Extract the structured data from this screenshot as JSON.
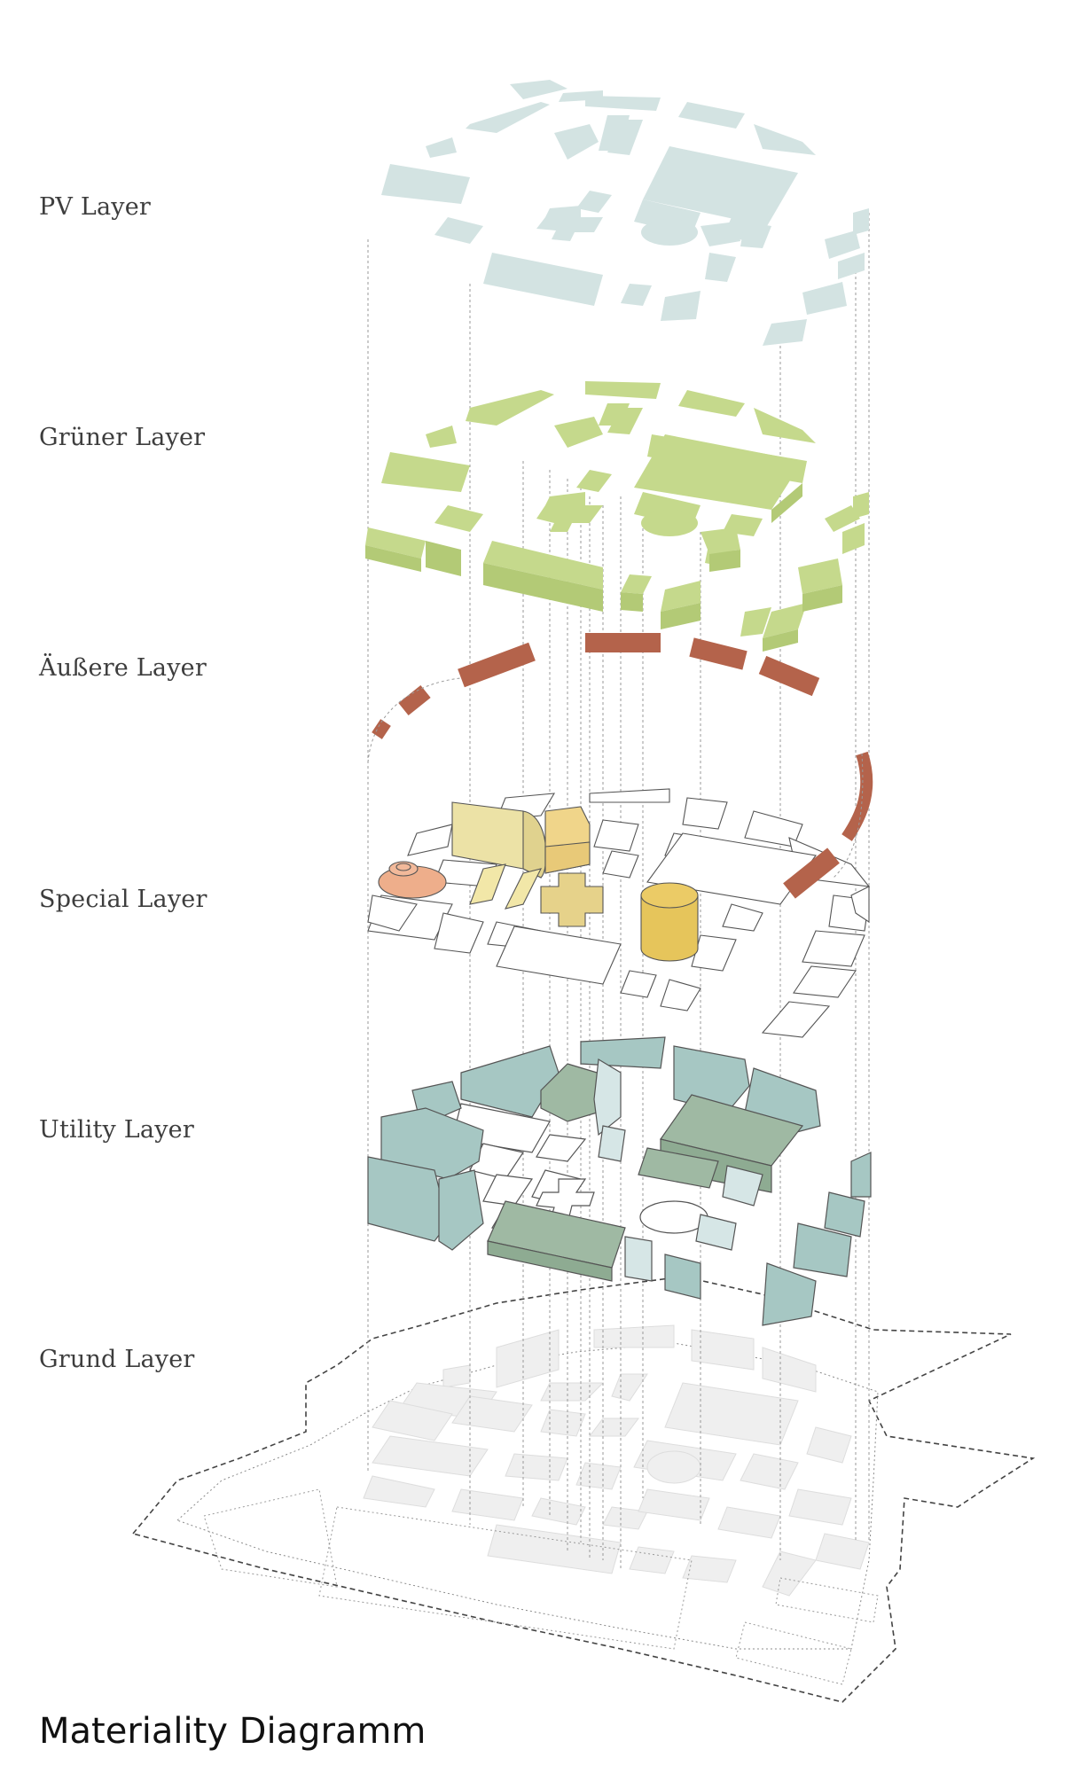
{
  "title": "Materiality Diagramm",
  "layers": [
    {
      "name": "PV Layer",
      "color": "#d3e3e2"
    },
    {
      "name": "Grüner Layer",
      "color": "#c5d98c"
    },
    {
      "name": "Äußere Layer",
      "color": "#b4634b"
    },
    {
      "name": "Special Layer",
      "color": "#e6c55b"
    },
    {
      "name": "Utility Layer",
      "color": "#a6c7c3"
    },
    {
      "name": "Grund Layer",
      "color": "#efefef"
    }
  ],
  "colors": {
    "pv": "#d3e3e2",
    "green": "#c5d98c",
    "green_side": "#b3ca76",
    "outer": "#b4634b",
    "special_yellow": "#ece2a6",
    "special_orange": "#e6c55b",
    "special_salmon": "#eeae8b",
    "utility_teal": "#a6c7c3",
    "utility_green": "#9fb9a3",
    "utility_light": "#d6e6e6",
    "grund": "#efefef",
    "outline": "#555555",
    "guide": "#9a9a9a"
  }
}
